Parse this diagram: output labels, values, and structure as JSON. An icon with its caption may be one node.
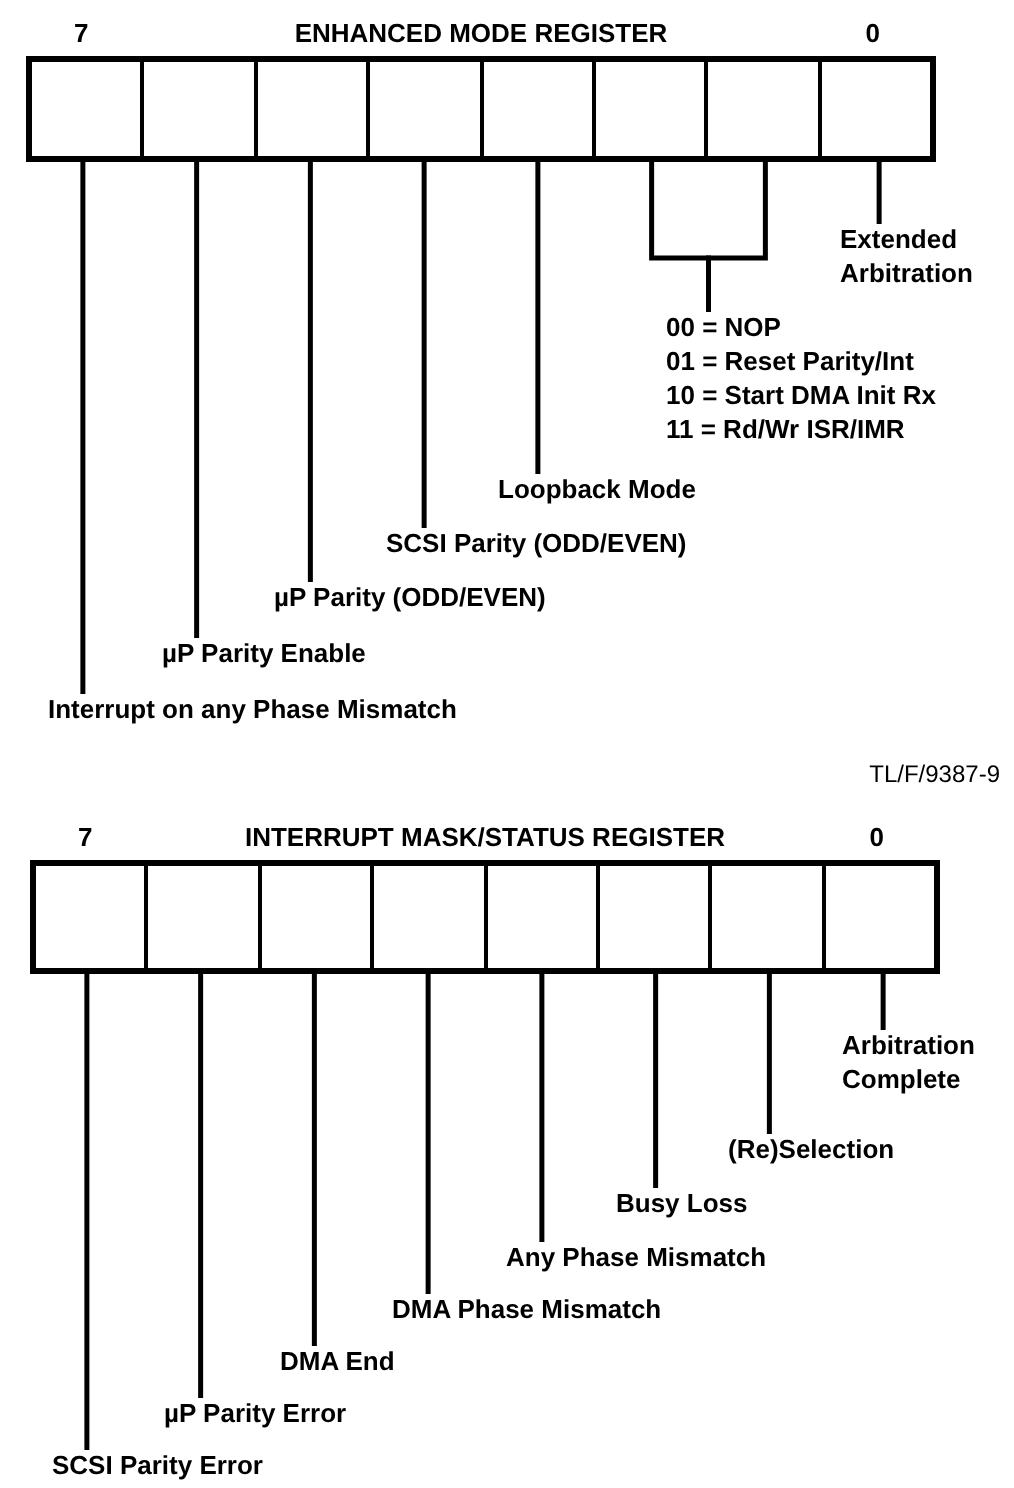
{
  "diagram": {
    "nodes": [
      {
        "text": [
          "7",
          "ENHANCED MODE REGISTER",
          "0"
        ]
      },
      {
        "text": [],
        "shape": "box",
        "in": 0
      },
      {
        "text": [],
        "shape": "box",
        "in": 0
      },
      {
        "text": [],
        "shape": "box",
        "in": 0
      },
      {
        "text": [],
        "shape": "box",
        "in": 0
      },
      {
        "text": [],
        "shape": "box",
        "in": 0
      },
      {
        "text": [],
        "shape": "box",
        "in": 0
      },
      {
        "text": [],
        "shape": "box",
        "in": 0
      },
      {
        "text": [],
        "shape": "box",
        "in": 0
      },
      {
        "text": [
          "Extended Arbitration"
        ]
      },
      {
        "text": [
          "00 = NOP",
          "01 = Reset Parity/Int",
          "10 = Start DMA Init Rx",
          "11 = Rd/Wr ISR/IMR"
        ]
      },
      {
        "text": [
          "Loopback Mode"
        ]
      },
      {
        "text": [
          "SCSI Parity (ODD/EVEN)"
        ]
      },
      {
        "text": [
          "µP Parity (ODD/EVEN)"
        ]
      },
      {
        "text": [
          "µP Parity Enable"
        ]
      },
      {
        "text": [
          "Interrupt on any Phase Mismatch"
        ]
      },
      {
        "text": [
          "7",
          "INTERRUPT MASK/STATUS REGISTER",
          "0"
        ]
      },
      {
        "text": [],
        "shape": "box",
        "in": 16
      },
      {
        "text": [],
        "shape": "box",
        "in": 16
      },
      {
        "text": [],
        "shape": "box",
        "in": 16
      },
      {
        "text": [],
        "shape": "box",
        "in": 16
      },
      {
        "text": [],
        "shape": "box",
        "in": 16
      },
      {
        "text": [],
        "shape": "box",
        "in": 16
      },
      {
        "text": [],
        "shape": "box",
        "in": 16
      },
      {
        "text": [],
        "shape": "box",
        "in": 16
      },
      {
        "text": [
          "Arbitration Complete"
        ]
      },
      {
        "text": [
          "(Re)Selection"
        ]
      },
      {
        "text": [
          "Busy Loss"
        ]
      },
      {
        "text": [
          "Any Phase Mismatch"
        ]
      },
      {
        "text": [
          "DMA Phase Mismatch"
        ]
      },
      {
        "text": [
          "DMA End"
        ]
      },
      {
        "text": [
          "µP Parity Error"
        ]
      },
      {
        "text": [
          "SCSI Parity Error"
        ]
      }
    ],
    "edges": [
      {
        "from": 1,
        "to": 15,
        "arrow": "none"
      },
      {
        "from": 2,
        "to": 14,
        "arrow": "none"
      },
      {
        "from": 3,
        "to": 13,
        "arrow": "none"
      },
      {
        "from": 4,
        "to": 12,
        "arrow": "none"
      },
      {
        "from": 5,
        "to": 11,
        "arrow": "none"
      },
      {
        "from": 6,
        "to": 10,
        "arrow": "none"
      },
      {
        "from": 7,
        "to": 10,
        "arrow": "none"
      },
      {
        "from": 8,
        "to": 9,
        "arrow": "none"
      },
      {
        "from": 17,
        "to": 32,
        "arrow": "none"
      },
      {
        "from": 18,
        "to": 31,
        "arrow": "none"
      },
      {
        "from": 19,
        "to": 30,
        "arrow": "none"
      },
      {
        "from": 20,
        "to": 29,
        "arrow": "none"
      },
      {
        "from": 21,
        "to": 28,
        "arrow": "none"
      },
      {
        "from": 22,
        "to": 27,
        "arrow": "none"
      },
      {
        "from": 23,
        "to": 26,
        "arrow": "none"
      },
      {
        "from": 24,
        "to": 25,
        "arrow": "none"
      }
    ],
    "labels": [
      "TL/F/9387-9"
    ]
  }
}
